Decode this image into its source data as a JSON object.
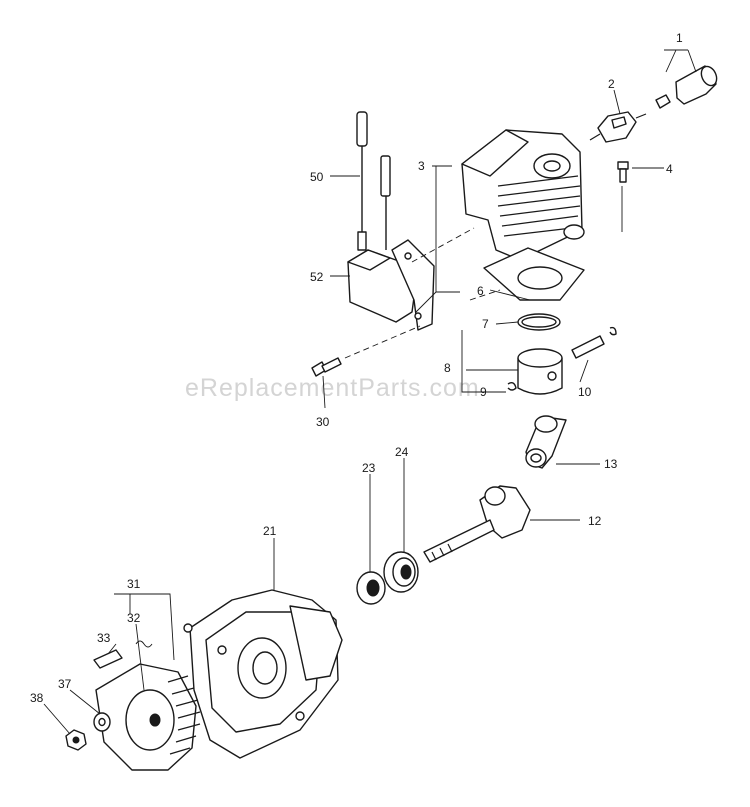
{
  "watermark": "eReplacementParts.com",
  "callouts": [
    {
      "key": "p1",
      "label": "1"
    },
    {
      "key": "p2",
      "label": "2"
    },
    {
      "key": "p3",
      "label": "3"
    },
    {
      "key": "p4",
      "label": "4"
    },
    {
      "key": "p6",
      "label": "6"
    },
    {
      "key": "p7",
      "label": "7"
    },
    {
      "key": "p8",
      "label": "8"
    },
    {
      "key": "p9",
      "label": "9"
    },
    {
      "key": "p10",
      "label": "10"
    },
    {
      "key": "p12",
      "label": "12"
    },
    {
      "key": "p13",
      "label": "13"
    },
    {
      "key": "p21",
      "label": "21"
    },
    {
      "key": "p23",
      "label": "23"
    },
    {
      "key": "p24",
      "label": "24"
    },
    {
      "key": "p30",
      "label": "30"
    },
    {
      "key": "p31",
      "label": "31"
    },
    {
      "key": "p32",
      "label": "32"
    },
    {
      "key": "p33",
      "label": "33"
    },
    {
      "key": "p37",
      "label": "37"
    },
    {
      "key": "p38",
      "label": "38"
    },
    {
      "key": "p50",
      "label": "50"
    },
    {
      "key": "p52",
      "label": "52"
    }
  ]
}
